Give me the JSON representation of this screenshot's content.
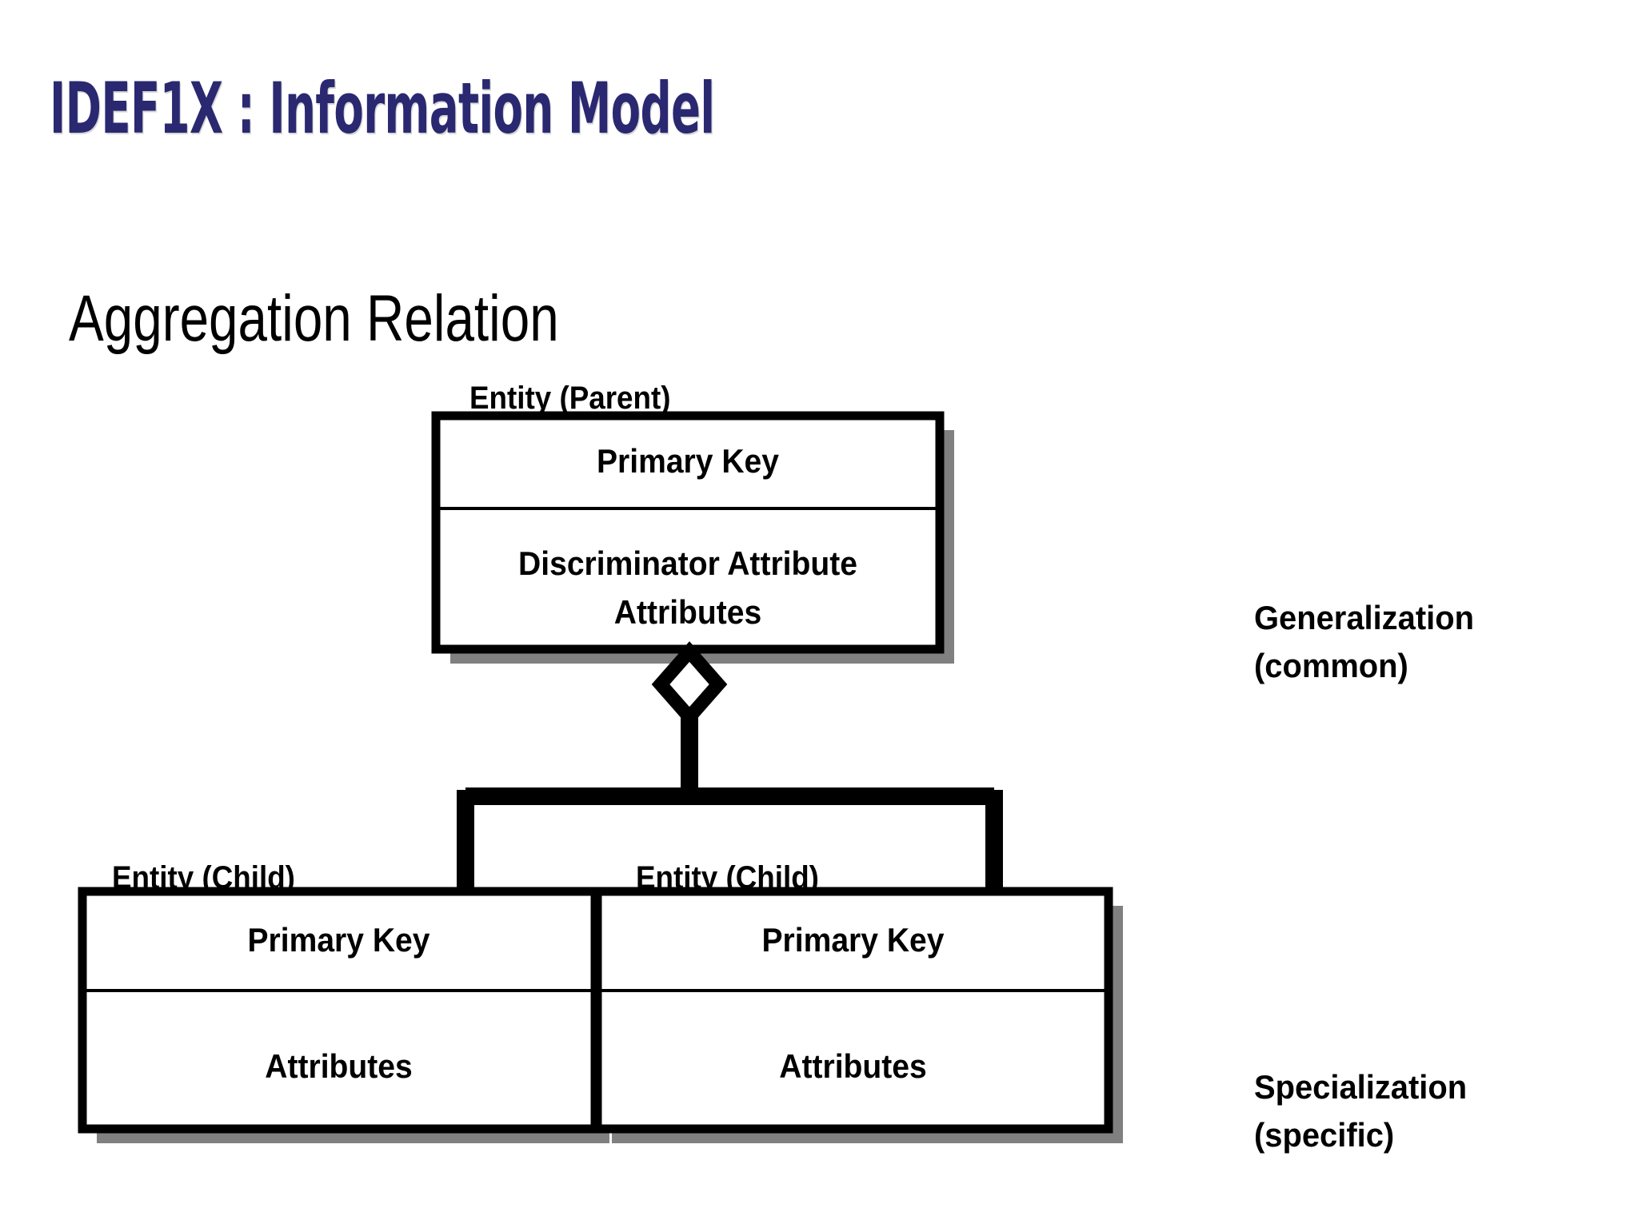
{
  "slide": {
    "title": "IDEF1X : Information Model",
    "subtitle": "Aggregation Relation",
    "title_color": "#2a2870",
    "text_color": "#000000",
    "background_color": "#ffffff",
    "shadow_color": "#808080"
  },
  "diagram": {
    "type": "entity-relationship-generalization",
    "parent": {
      "caption": "Entity (Parent)",
      "key_section": "Primary Key",
      "attribute_section_line1": "Discriminator Attribute",
      "attribute_section_line2": "Attributes"
    },
    "connector": {
      "symbol": "hollow-diamond",
      "description": "Aggregation / generalization diamond"
    },
    "children": [
      {
        "caption": "Entity (Child)",
        "key_section": "Primary Key",
        "attribute_section": "Attributes"
      },
      {
        "caption": "Entity (Child)",
        "key_section": "Primary Key",
        "attribute_section": "Attributes"
      }
    ]
  },
  "annotations": {
    "top_right_line1": "Generalization",
    "top_right_line2": "(common)",
    "bottom_right_line1": "Specialization",
    "bottom_right_line2": "(specific)"
  }
}
